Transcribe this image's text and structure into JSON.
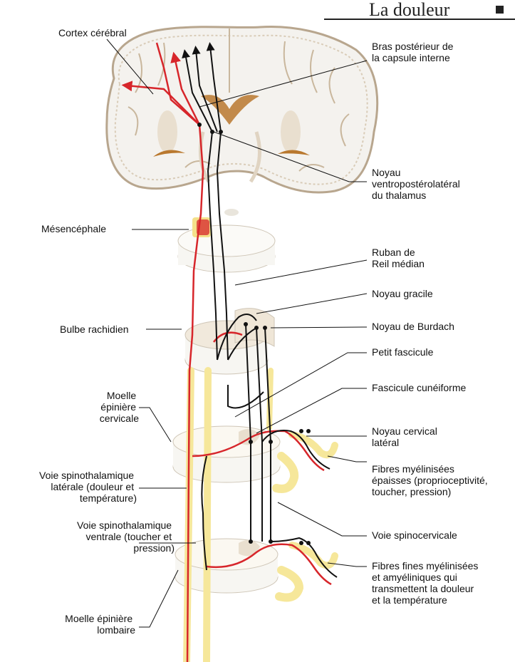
{
  "header": {
    "title": "La douleur"
  },
  "colors": {
    "nerve_red": "#d7262b",
    "nerve_black": "#111111",
    "tissue_white": "#f3f1ec",
    "gray_matter": "#e9dfcf",
    "fiber_yellow": "#f6e79a",
    "thalamus_tan": "#c8b497",
    "ventricle_brown": "#b9782e"
  },
  "labels_left": {
    "cortex": "Cortex cérébral",
    "mesencephale": "Mésencéphale",
    "bulbe": "Bulbe rachidien",
    "moelle_cervicale": [
      "Moelle",
      "épinière",
      "cervicale"
    ],
    "voie_laterale": [
      "Voie spinothalamique",
      "latérale (douleur et",
      "température)"
    ],
    "voie_ventrale": [
      "Voie spinothalamique",
      "ventrale (toucher et",
      "pression)"
    ],
    "moelle_lombaire": [
      "Moelle épinière",
      "lombaire"
    ]
  },
  "labels_right": {
    "bras_posterieur": [
      "Bras postérieur de",
      "la capsule interne"
    ],
    "noyau_vpl": [
      "Noyau",
      "ventropostérolatéral",
      "du thalamus"
    ],
    "ruban": [
      "Ruban de",
      "Reil médian"
    ],
    "noyau_gracile": "Noyau gracile",
    "noyau_burdach": "Noyau de Burdach",
    "petit_fascicule": "Petit fascicule",
    "fascicule_cuneiforme": "Fascicule cunéiforme",
    "noyau_cervical": [
      "Noyau cervical",
      "latéral"
    ],
    "fibres_epaisses": [
      "Fibres myélinisées",
      "épaisses (proprioceptivité,",
      "toucher, pression)"
    ],
    "voie_spinocervicale": "Voie spinocervicale",
    "fibres_fines": [
      "Fibres fines myélinisées",
      "et amyéliniques qui",
      "transmettent la douleur",
      "et la température"
    ]
  }
}
